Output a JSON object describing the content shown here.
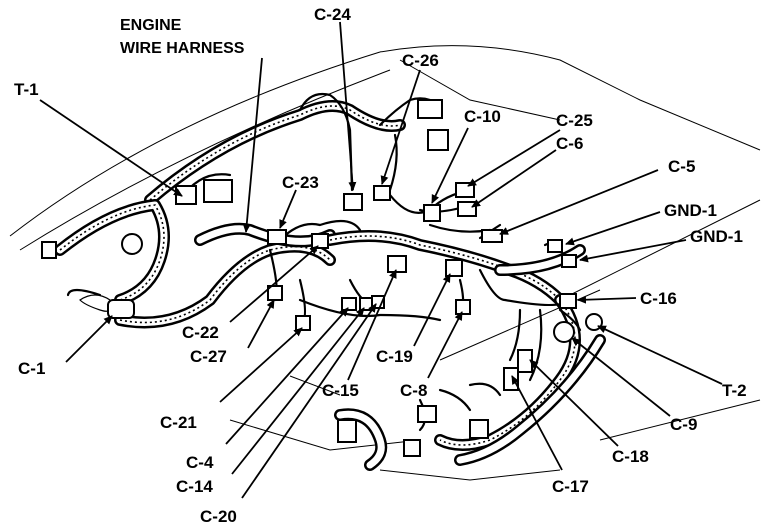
{
  "diagram": {
    "title_line1": "ENGINE",
    "title_line2": "WIRE HARNESS",
    "labels": {
      "T1": "T-1",
      "C24": "C-24",
      "C26": "C-26",
      "C10": "C-10",
      "C25": "C-25",
      "C6": "C-6",
      "C5": "C-5",
      "GND1a": "GND-1",
      "GND1b": "GND-1",
      "C23": "C-23",
      "C16": "C-16",
      "T2": "T-2",
      "C9": "C-9",
      "C18": "C-18",
      "C17": "C-17",
      "C1": "C-1",
      "C22": "C-22",
      "C27": "C-27",
      "C19": "C-19",
      "C15": "C-15",
      "C8": "C-8",
      "C21": "C-21",
      "C4": "C-4",
      "C14": "C-14",
      "C20": "C-20"
    }
  }
}
